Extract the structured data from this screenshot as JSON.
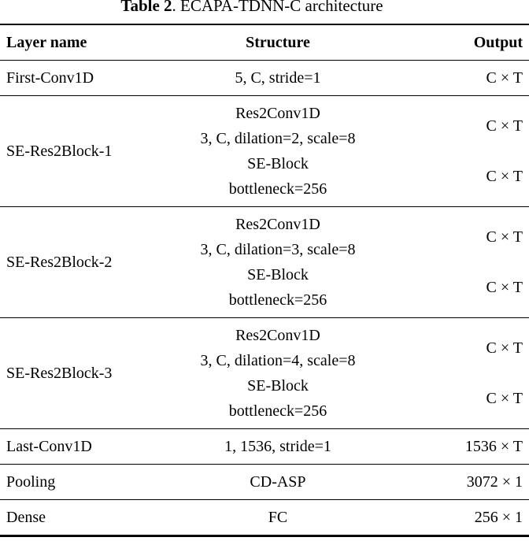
{
  "caption": {
    "label": "Table 2",
    "text": ". ECAPA-TDNN-C architecture"
  },
  "table": {
    "headers": [
      "Layer name",
      "Structure",
      "Output"
    ],
    "rows": [
      {
        "layer": "First-Conv1D",
        "structure": "5, C, stride=1",
        "output": "C × T"
      },
      {
        "layer": "SE-Res2Block-1",
        "structure_lines": [
          "Res2Conv1D",
          "3, C, dilation=2, scale=8",
          "SE-Block",
          "bottleneck=256"
        ],
        "outputs": [
          "C × T",
          "C × T"
        ]
      },
      {
        "layer": "SE-Res2Block-2",
        "structure_lines": [
          "Res2Conv1D",
          "3, C, dilation=3, scale=8",
          "SE-Block",
          "bottleneck=256"
        ],
        "outputs": [
          "C × T",
          "C × T"
        ]
      },
      {
        "layer": "SE-Res2Block-3",
        "structure_lines": [
          "Res2Conv1D",
          "3, C, dilation=4, scale=8",
          "SE-Block",
          "bottleneck=256"
        ],
        "outputs": [
          "C × T",
          "C × T"
        ]
      },
      {
        "layer": "Last-Conv1D",
        "structure": "1, 1536, stride=1",
        "output": "1536 × T"
      },
      {
        "layer": "Pooling",
        "structure": "CD-ASP",
        "output": "3072 × 1"
      },
      {
        "layer": "Dense",
        "structure": "FC",
        "output": "256 × 1"
      }
    ]
  }
}
